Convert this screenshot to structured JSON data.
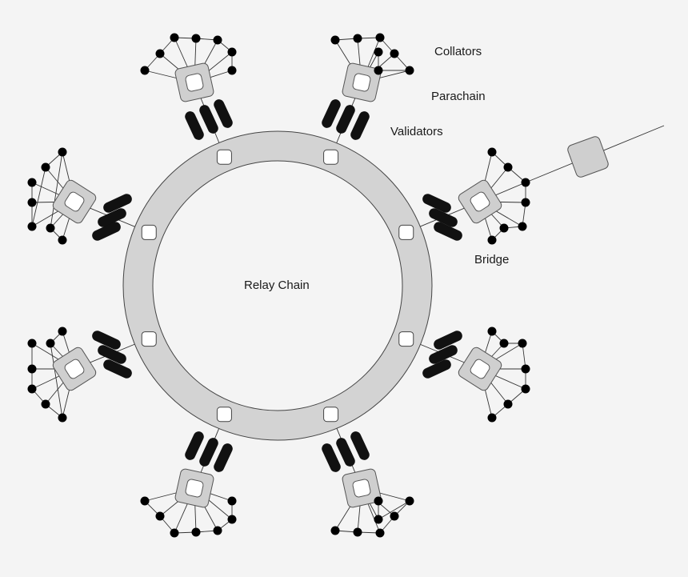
{
  "labels": {
    "relay_chain": "Relay Chain",
    "collators": "Collators",
    "parachain": "Parachain",
    "validators": "Validators",
    "bridge": "Bridge"
  },
  "colors": {
    "background": "#f4f4f4",
    "ring_fill": "#d3d3d3",
    "block_fill": "#cfcfcf",
    "validator": "#111111",
    "node": "#000000"
  },
  "parachains": [
    {
      "name": "parachain-top-left",
      "collators": 7,
      "validators": 3
    },
    {
      "name": "parachain-top-right",
      "collators": 7,
      "validators": 3
    },
    {
      "name": "parachain-right-upper",
      "collators": 7,
      "validators": 3
    },
    {
      "name": "parachain-right-lower",
      "collators": 7,
      "validators": 3
    },
    {
      "name": "parachain-bottom-right",
      "collators": 7,
      "validators": 3
    },
    {
      "name": "parachain-bottom-left",
      "collators": 7,
      "validators": 3
    },
    {
      "name": "parachain-left-lower",
      "collators": 7,
      "validators": 3
    },
    {
      "name": "parachain-left-upper",
      "collators": 7,
      "validators": 3
    }
  ],
  "relay_slots": 8,
  "bridged_chains": 1
}
